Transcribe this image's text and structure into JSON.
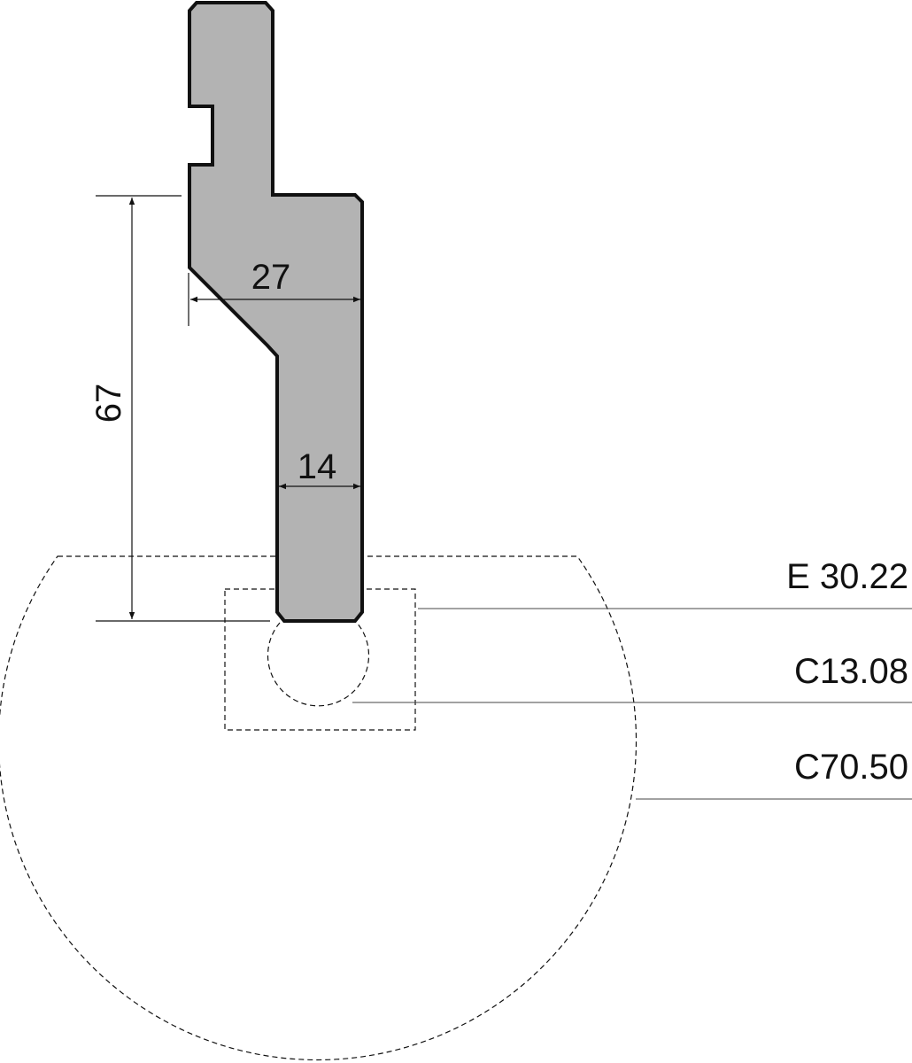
{
  "dimensions": {
    "height": "67",
    "width_top": "27",
    "width_tip": "14"
  },
  "callouts": [
    {
      "label": "E 30.22"
    },
    {
      "label": "C13.08"
    },
    {
      "label": "C70.50"
    }
  ],
  "colors": {
    "profile_fill": "#b3b3b3",
    "profile_stroke": "#111111",
    "line": "#111111"
  }
}
